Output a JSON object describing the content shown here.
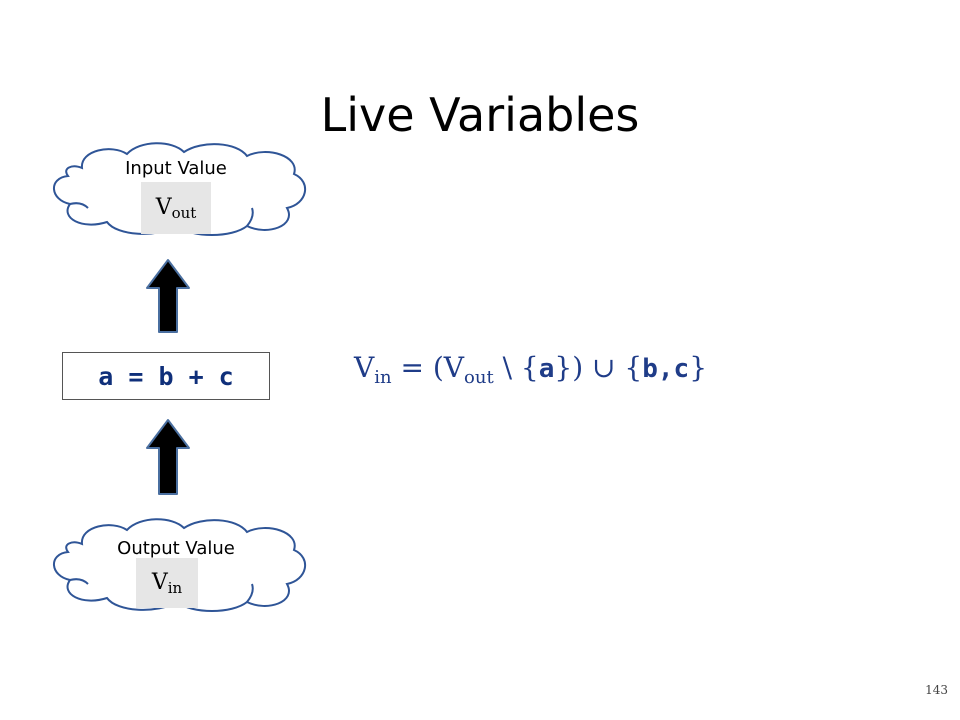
{
  "title": "Live Variables",
  "top_cloud": {
    "label": "Input Value",
    "var_base": "V",
    "var_sub": "out"
  },
  "bottom_cloud": {
    "label": "Output Value",
    "var_base": "V",
    "var_sub": "in"
  },
  "statement": "a = b + c",
  "equation": {
    "lhs_base": "V",
    "lhs_sub": "in",
    "eq": " = (",
    "rhs_base": "V",
    "rhs_sub": "out",
    "minus": " \\ {",
    "kill": "a",
    "close1": "}) ",
    "union": "∪",
    "open2": " {",
    "gen": "b,c",
    "close2": "}"
  },
  "page_number": "143",
  "colors": {
    "accent": "#1f3c88",
    "statement_text": "#0f2f7a",
    "arrow_fill": "#000000",
    "arrow_stroke": "#4a6fa0"
  }
}
